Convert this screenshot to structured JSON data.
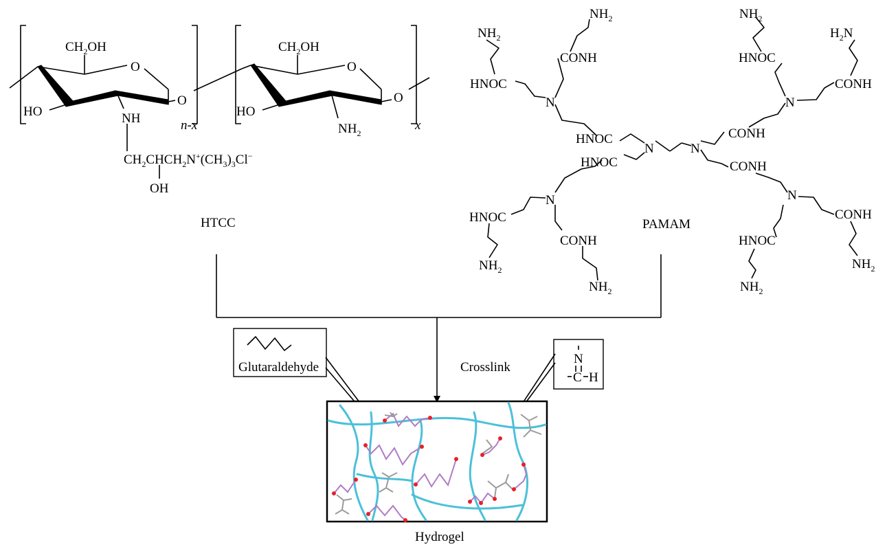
{
  "htcc": {
    "label": "HTCC",
    "left_unit": {
      "ch2oh": "CH2OH",
      "ring_o": "O",
      "ho": "HO",
      "nh": "NH",
      "bridge_o": "O",
      "side_chain": "CH2CHCH2N+(CH3)3Cl−",
      "side_oh": "OH",
      "subscript": "n-x"
    },
    "right_unit": {
      "ch2oh": "CH2OH",
      "ring_o": "O",
      "ho": "HO",
      "nh2": "NH2",
      "bridge_o": "O",
      "subscript": "x"
    }
  },
  "pamam": {
    "label": "PAMAM",
    "atoms": {
      "n": "N",
      "nh2": "NH2",
      "h2n": "H2N",
      "conh": "CONH",
      "hnoc": "HNOC"
    }
  },
  "callouts": {
    "glutaraldehyde": "Glutaraldehyde",
    "crosslink": "Crosslink",
    "imine": {
      "n": "N",
      "c": "C",
      "h": "H"
    }
  },
  "hydrogel": {
    "label": "Hydrogel",
    "colors": {
      "fiber": "#4cc0d8",
      "linker": "#b07cc6",
      "node": "#e8202a",
      "dendrimer": "#9b9b9b"
    }
  }
}
